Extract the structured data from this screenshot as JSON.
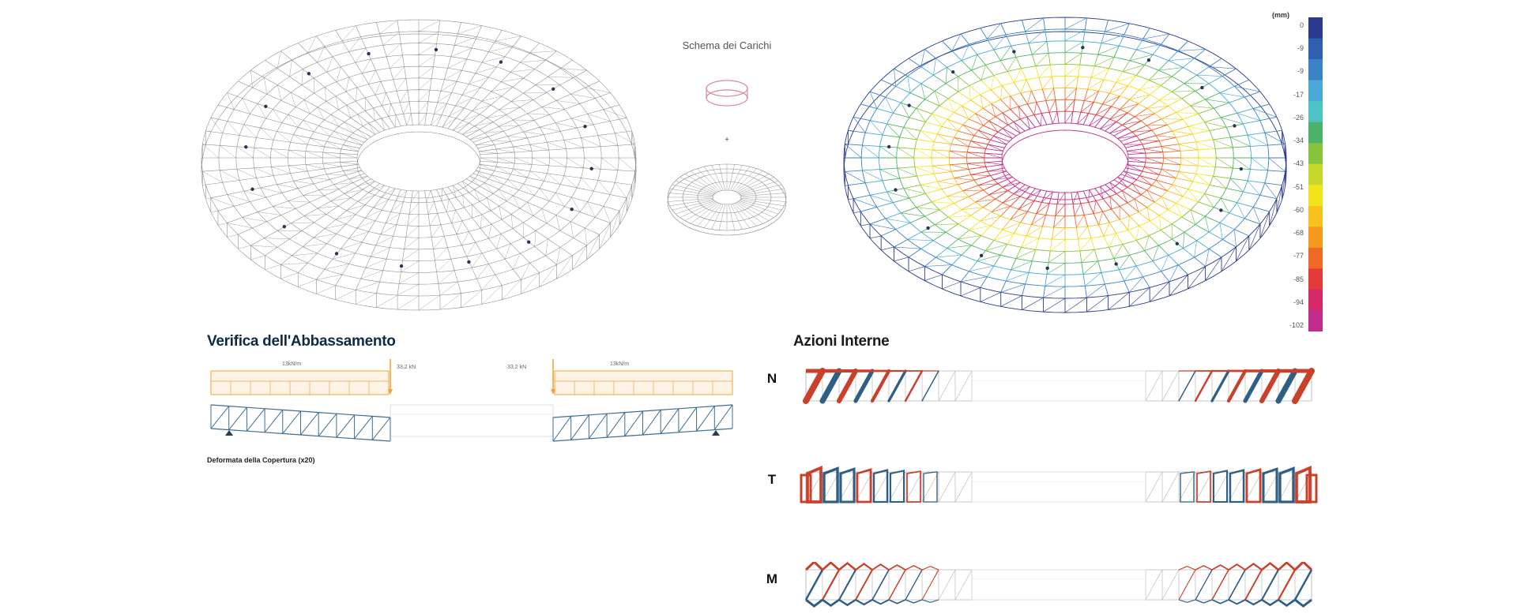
{
  "loads_scheme": {
    "title": "Schema dei Carichi",
    "plus": "+"
  },
  "colorbar": {
    "unit": "(mm)",
    "ticks": [
      "0",
      "-9",
      "-9",
      "-17",
      "-26",
      "-34",
      "-43",
      "-51",
      "-60",
      "-68",
      "-77",
      "-85",
      "-94",
      "-102"
    ],
    "colors": [
      "#2a3a8c",
      "#2f5fb0",
      "#3b82c6",
      "#4aa9d8",
      "#4fc2c4",
      "#4db36a",
      "#86c43f",
      "#c8d92c",
      "#f2e51b",
      "#f7c21d",
      "#f59a1f",
      "#ef6a26",
      "#e43a3a",
      "#d42a6a",
      "#c02d8c"
    ]
  },
  "verifica": {
    "title": "Verifica dell'Abbassamento",
    "load_left": "13kN/m",
    "load_right": "13kN/m",
    "point_left": "33,2 kN",
    "point_right": "33,2 kN",
    "caption": "Deformata della Copertura (x20)"
  },
  "azioni": {
    "title": "Azioni Interne",
    "labels": {
      "n": "N",
      "t": "T",
      "m": "M"
    }
  }
}
